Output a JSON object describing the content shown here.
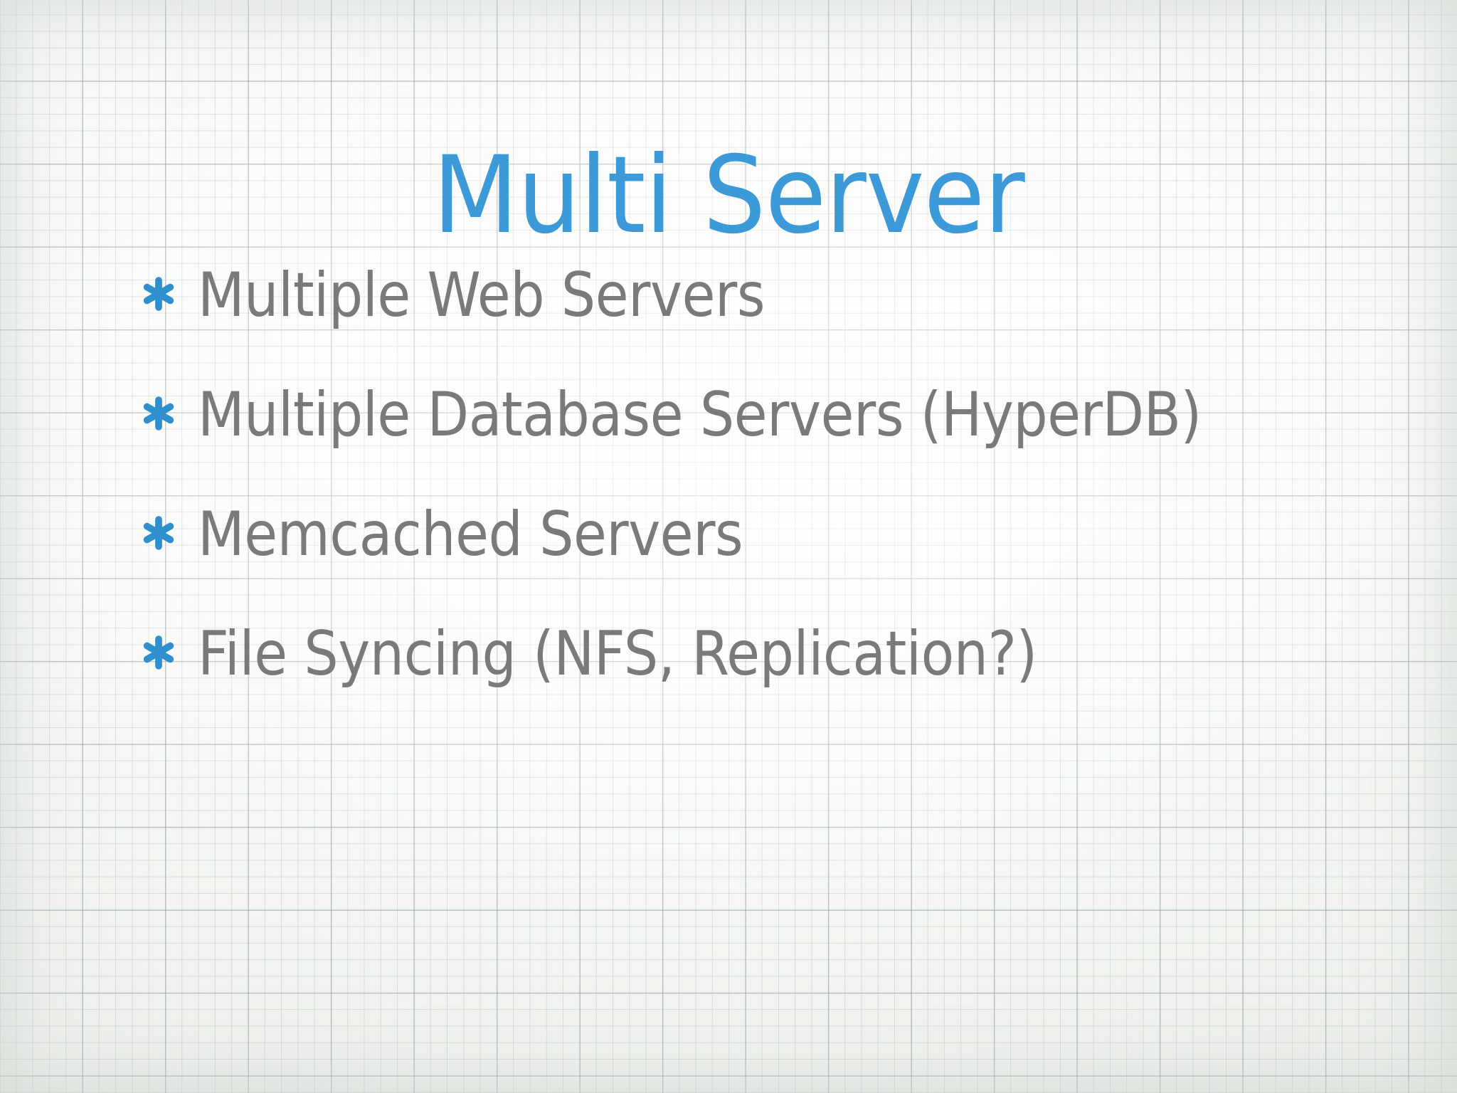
{
  "slide": {
    "title": "Multi Server",
    "title_color": "#3d9ad8",
    "body_text_color": "#7a7a7a",
    "bullet_color": "#2f90cd",
    "background_color": "#f1f2f0",
    "bullet_icon": "asterisk-icon",
    "bullets": [
      {
        "text": "Multiple Web Servers"
      },
      {
        "text": "Multiple Database Servers (HyperDB)"
      },
      {
        "text": "Memcached Servers"
      },
      {
        "text": "File Syncing (NFS, Replication?)"
      }
    ]
  }
}
